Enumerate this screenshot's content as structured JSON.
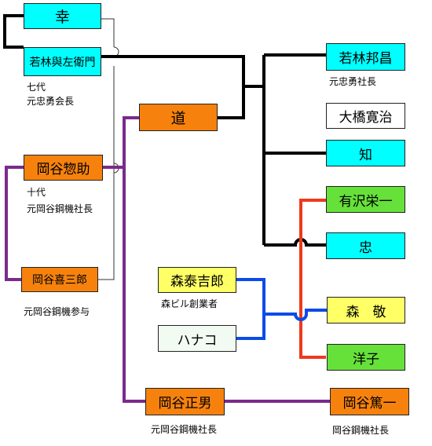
{
  "people": {
    "sachi": "幸",
    "wakabayashi_yozaemon": "若林與左衛門",
    "michi": "道",
    "okaya_sosuke": "岡谷惣助",
    "okaya_kisaburo": "岡谷喜三郎",
    "wakabayashi_kuniaki": "若林邦昌",
    "ohashi_hiroji": "大橋寛治",
    "tomo": "知",
    "arisawa_eiichi": "有沢栄一",
    "tadashi": "忠",
    "mori_taikichiro": "森泰吉郎",
    "hanako": "ハナコ",
    "mori_kei": "森　敬",
    "yoko": "洋子",
    "okaya_masao": "岡谷正男",
    "okaya_tokuichi": "岡谷篤一"
  },
  "notes": {
    "yozaemon_1": "七代",
    "yozaemon_2": "元忠勇会長",
    "sosuke_1": "十代",
    "sosuke_2": "元岡谷鋼機社長",
    "kisaburo": "元岡谷鋼機参与",
    "kuniaki": "元忠勇社長",
    "taikichiro": "森ビル創業者",
    "masao": "元岡谷鋼機社長",
    "tokuichi": "岡谷鋼機社長"
  },
  "colors": {
    "wakabayashi_line": "#000000",
    "okaya_line": "#7b2a8c",
    "arisawa_line": "#ee3a1c",
    "mori_line": "#0b4be8",
    "thin_link": "#333333",
    "box_cyan": "#00ffff",
    "box_orange": "#f6820d",
    "box_green": "#66e13a",
    "box_yellow": "#ffff66"
  }
}
